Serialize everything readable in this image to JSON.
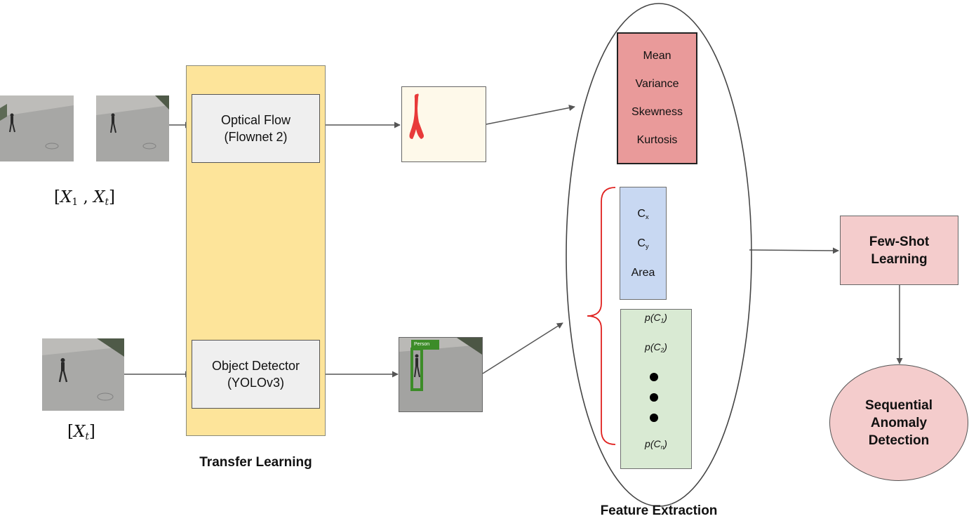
{
  "inputs": {
    "pair_label": "[X1, Xt]",
    "single_label": "[Xt]"
  },
  "transfer": {
    "title": "Transfer Learning",
    "optical_flow": {
      "line1": "Optical Flow",
      "line2": "(Flownet 2)"
    },
    "object_detector": {
      "line1": "Object Detector",
      "line2": "(YOLOv3)"
    }
  },
  "detection": {
    "tag": "Person"
  },
  "features": {
    "title": "Feature Extraction",
    "stats": [
      "Mean",
      "Variance",
      "Skewness",
      "Kurtosis"
    ],
    "position": [
      "Cx",
      "Cy",
      "Area"
    ],
    "class_probs": [
      "p(C1)",
      "p(C2)",
      "p(Cn)"
    ]
  },
  "few_shot": {
    "line1": "Few-Shot",
    "line2": "Learning"
  },
  "anomaly": {
    "line1": "Sequential",
    "line2": "Anomaly",
    "line3": "Detection"
  },
  "colors": {
    "transfer_bg": "#fde49a",
    "stats_bg": "#e99a9a",
    "position_bg": "#c8d8f2",
    "class_bg": "#d9ead3",
    "few_shot_bg": "#f4cccc",
    "anomaly_bg": "#f4cccc",
    "bracket": "#e0201e"
  }
}
